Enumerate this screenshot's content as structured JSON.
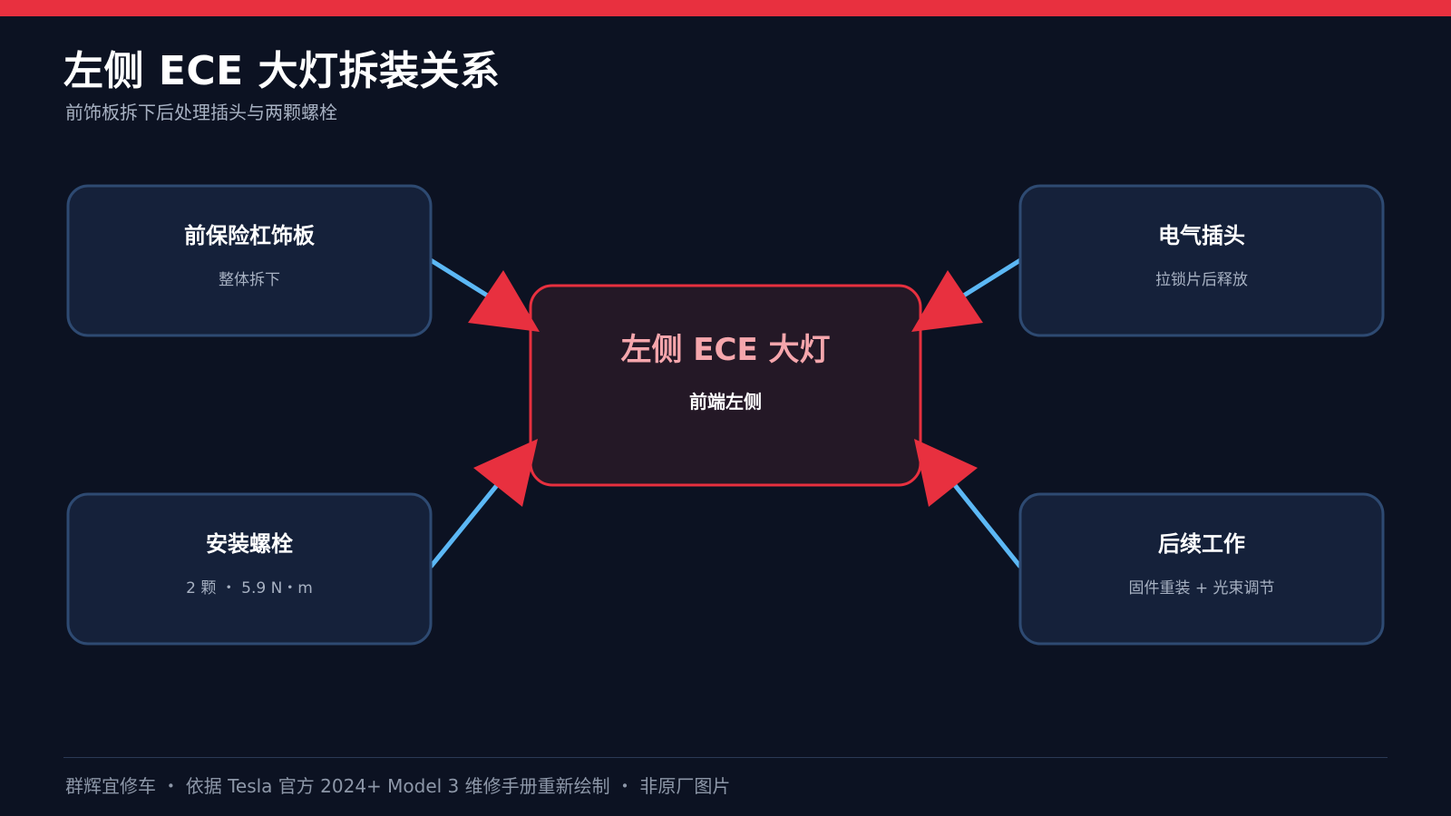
{
  "title": "左侧 ECE 大灯拆装关系",
  "subtitle": "前饰板拆下后处理插头与两颗螺栓",
  "center_node": {
    "title": "左侧 ECE 大灯",
    "subtitle": "前端左侧"
  },
  "nodes": [
    {
      "title": "前保险杠饰板",
      "subtitle": "整体拆下"
    },
    {
      "title": "电气插头",
      "subtitle": "拉锁片后释放"
    },
    {
      "title": "安装螺栓",
      "subtitle": "2 颗 ・ 5.9 N・m"
    },
    {
      "title": "后续工作",
      "subtitle": "固件重装 + 光束调节"
    }
  ],
  "footer": "群辉宜修车 ・ 依据 Tesla 官方 2024+ Model 3 维修手册重新绘制 ・ 非原厂图片",
  "colors": {
    "background": "#0c1222",
    "accent_red": "#e8303f",
    "node_fill": "#15213a",
    "node_border": "#2e4a72",
    "center_fill": "#241826",
    "center_title": "#f5a6ac",
    "connector": "#5cb8f5"
  }
}
